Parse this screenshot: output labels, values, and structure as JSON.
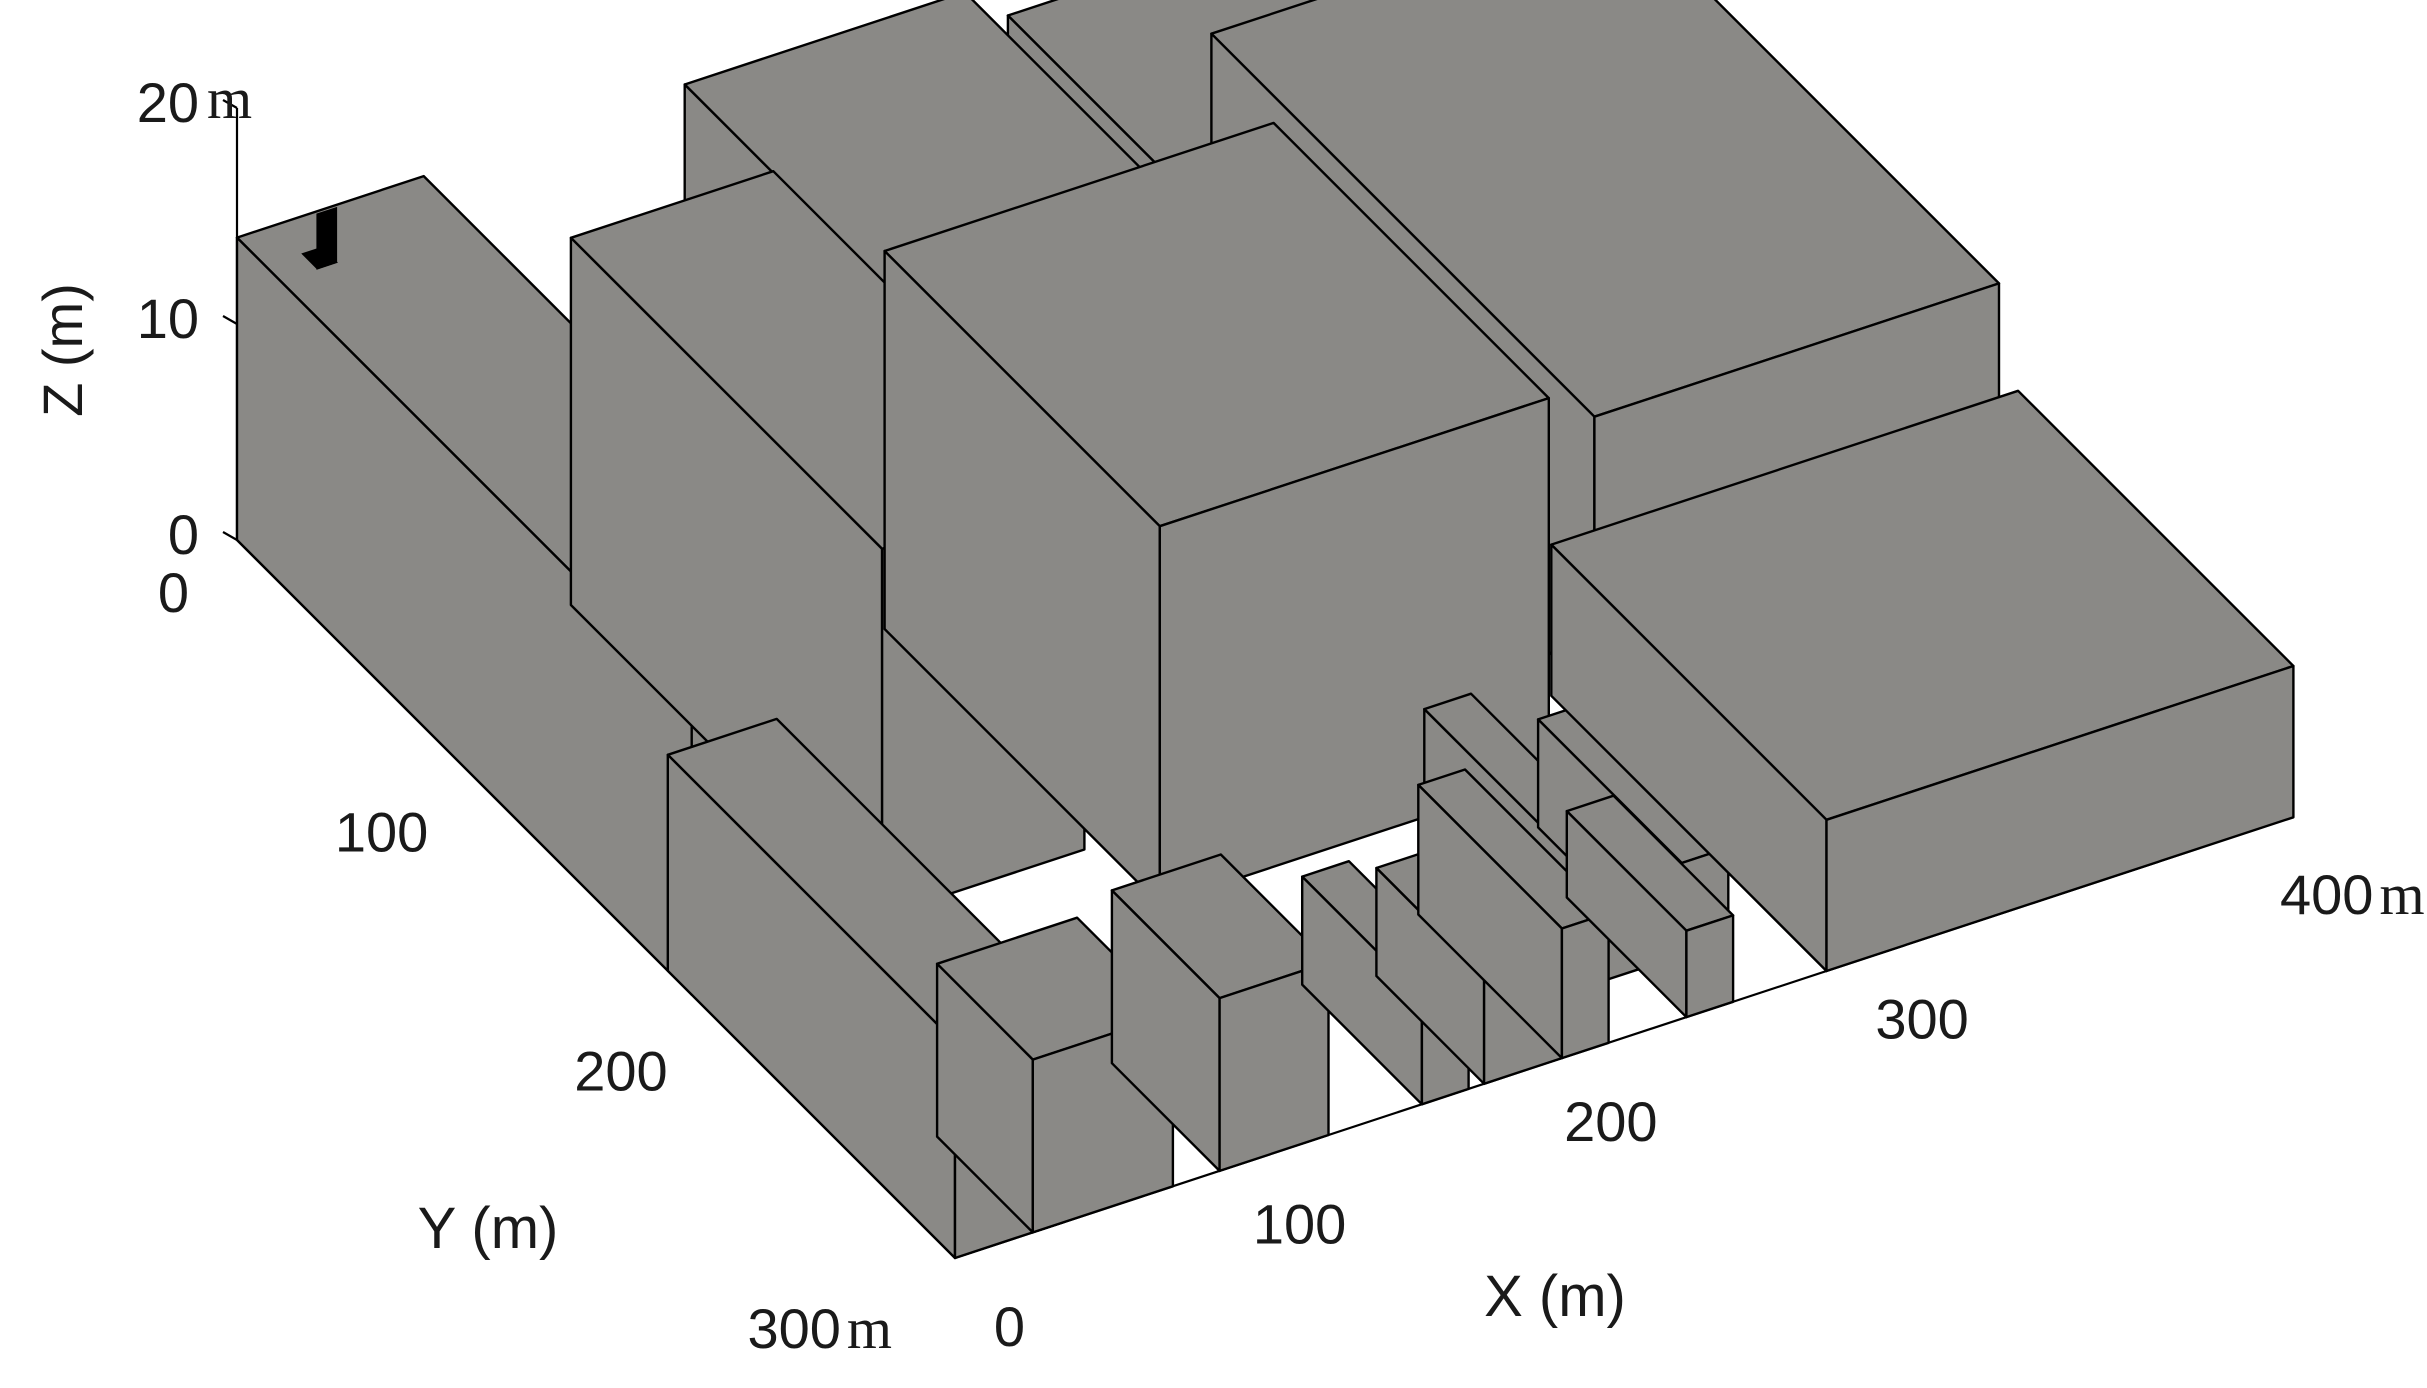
{
  "chart_data": {
    "type": "3d-bar",
    "title": "",
    "xlabel": "X (m)",
    "ylabel": "Y (m)",
    "zlabel": "Z (m)",
    "xlim": [
      0,
      400
    ],
    "ylim": [
      0,
      300
    ],
    "zlim": [
      0,
      20
    ],
    "x_ticks": [
      "0",
      "100",
      "200",
      "300",
      "400"
    ],
    "y_ticks": [
      "0",
      "100",
      "200",
      "300"
    ],
    "z_ticks": [
      "0",
      "10",
      "20"
    ],
    "unit_suffix": "m",
    "grid": false,
    "face_color": "#8a8986",
    "marker_color": "#000000",
    "buildings": [
      {
        "x": [
          0,
          60
        ],
        "y": [
          0,
          190
        ],
        "h": 14
      },
      {
        "x": [
          65,
          130
        ],
        "y": [
          55,
          185
        ],
        "h": 17
      },
      {
        "x": [
          140,
          230
        ],
        "y": [
          5,
          100
        ],
        "h": 15
      },
      {
        "x": [
          135,
          260
        ],
        "y": [
          95,
          210
        ],
        "h": 17.5
      },
      {
        "x": [
          240,
          345
        ],
        "y": [
          10,
          80
        ],
        "h": 14
      },
      {
        "x": [
          290,
          420
        ],
        "y": [
          30,
          190
        ],
        "h": 13
      },
      {
        "x": [
          280,
          430
        ],
        "y": [
          185,
          300
        ],
        "h": 7
      },
      {
        "x": [
          0,
          35
        ],
        "y": [
          180,
          300
        ],
        "h": 10
      },
      {
        "x": [
          25,
          70
        ],
        "y": [
          260,
          300
        ],
        "h": 8
      },
      {
        "x": [
          85,
          120
        ],
        "y": [
          255,
          300
        ],
        "h": 8
      },
      {
        "x": [
          170,
          195
        ],
        "y": [
          255,
          300
        ],
        "h": 5
      },
      {
        "x": [
          235,
          250
        ],
        "y": [
          250,
          300
        ],
        "h": 4
      },
      {
        "x": [
          150,
          165
        ],
        "y": [
          250,
          300
        ],
        "h": 5
      },
      {
        "x": [
          195,
          210
        ],
        "y": [
          240,
          300
        ],
        "h": 6
      },
      {
        "x": [
          245,
          260
        ],
        "y": [
          225,
          285
        ],
        "h": 5
      },
      {
        "x": [
          220,
          235
        ],
        "y": [
          210,
          280
        ],
        "h": 5
      }
    ],
    "marker": {
      "x": 12,
      "y": 12,
      "h": 16.5
    }
  }
}
